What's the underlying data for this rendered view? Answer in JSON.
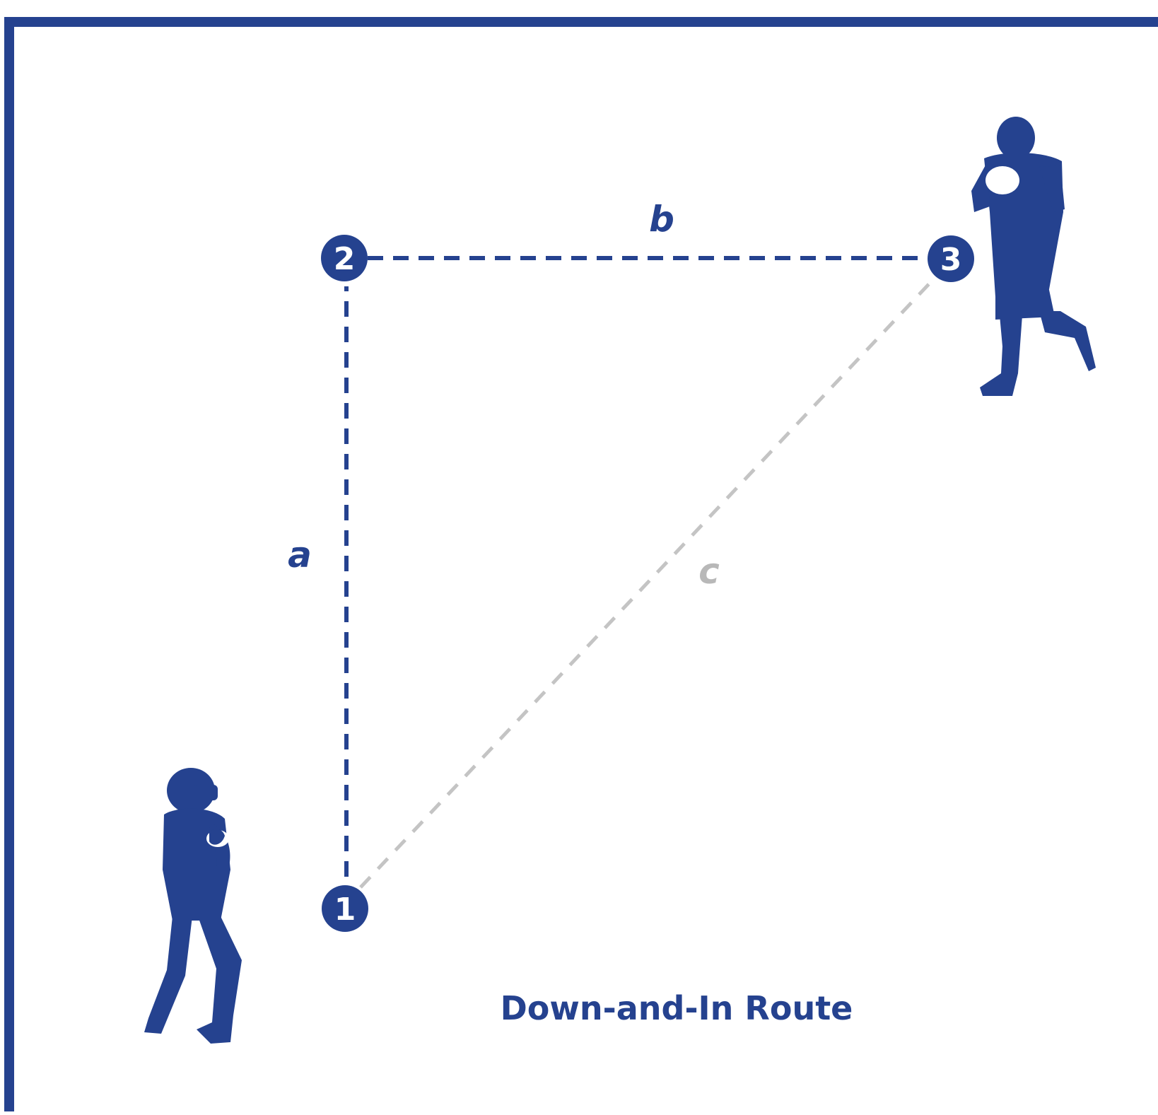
{
  "colors": {
    "primary": "#25428f",
    "path_gray": "#c4c4c4",
    "label_gray": "#b8b8b8",
    "background": "#ffffff"
  },
  "points": [
    {
      "id": "1",
      "label": "1"
    },
    {
      "id": "2",
      "label": "2"
    },
    {
      "id": "3",
      "label": "3"
    }
  ],
  "segments": {
    "a": "a",
    "b": "b",
    "c": "c"
  },
  "caption": "Down-and-In Route",
  "icons": [
    "quarterback-silhouette-icon",
    "receiver-silhouette-icon"
  ]
}
